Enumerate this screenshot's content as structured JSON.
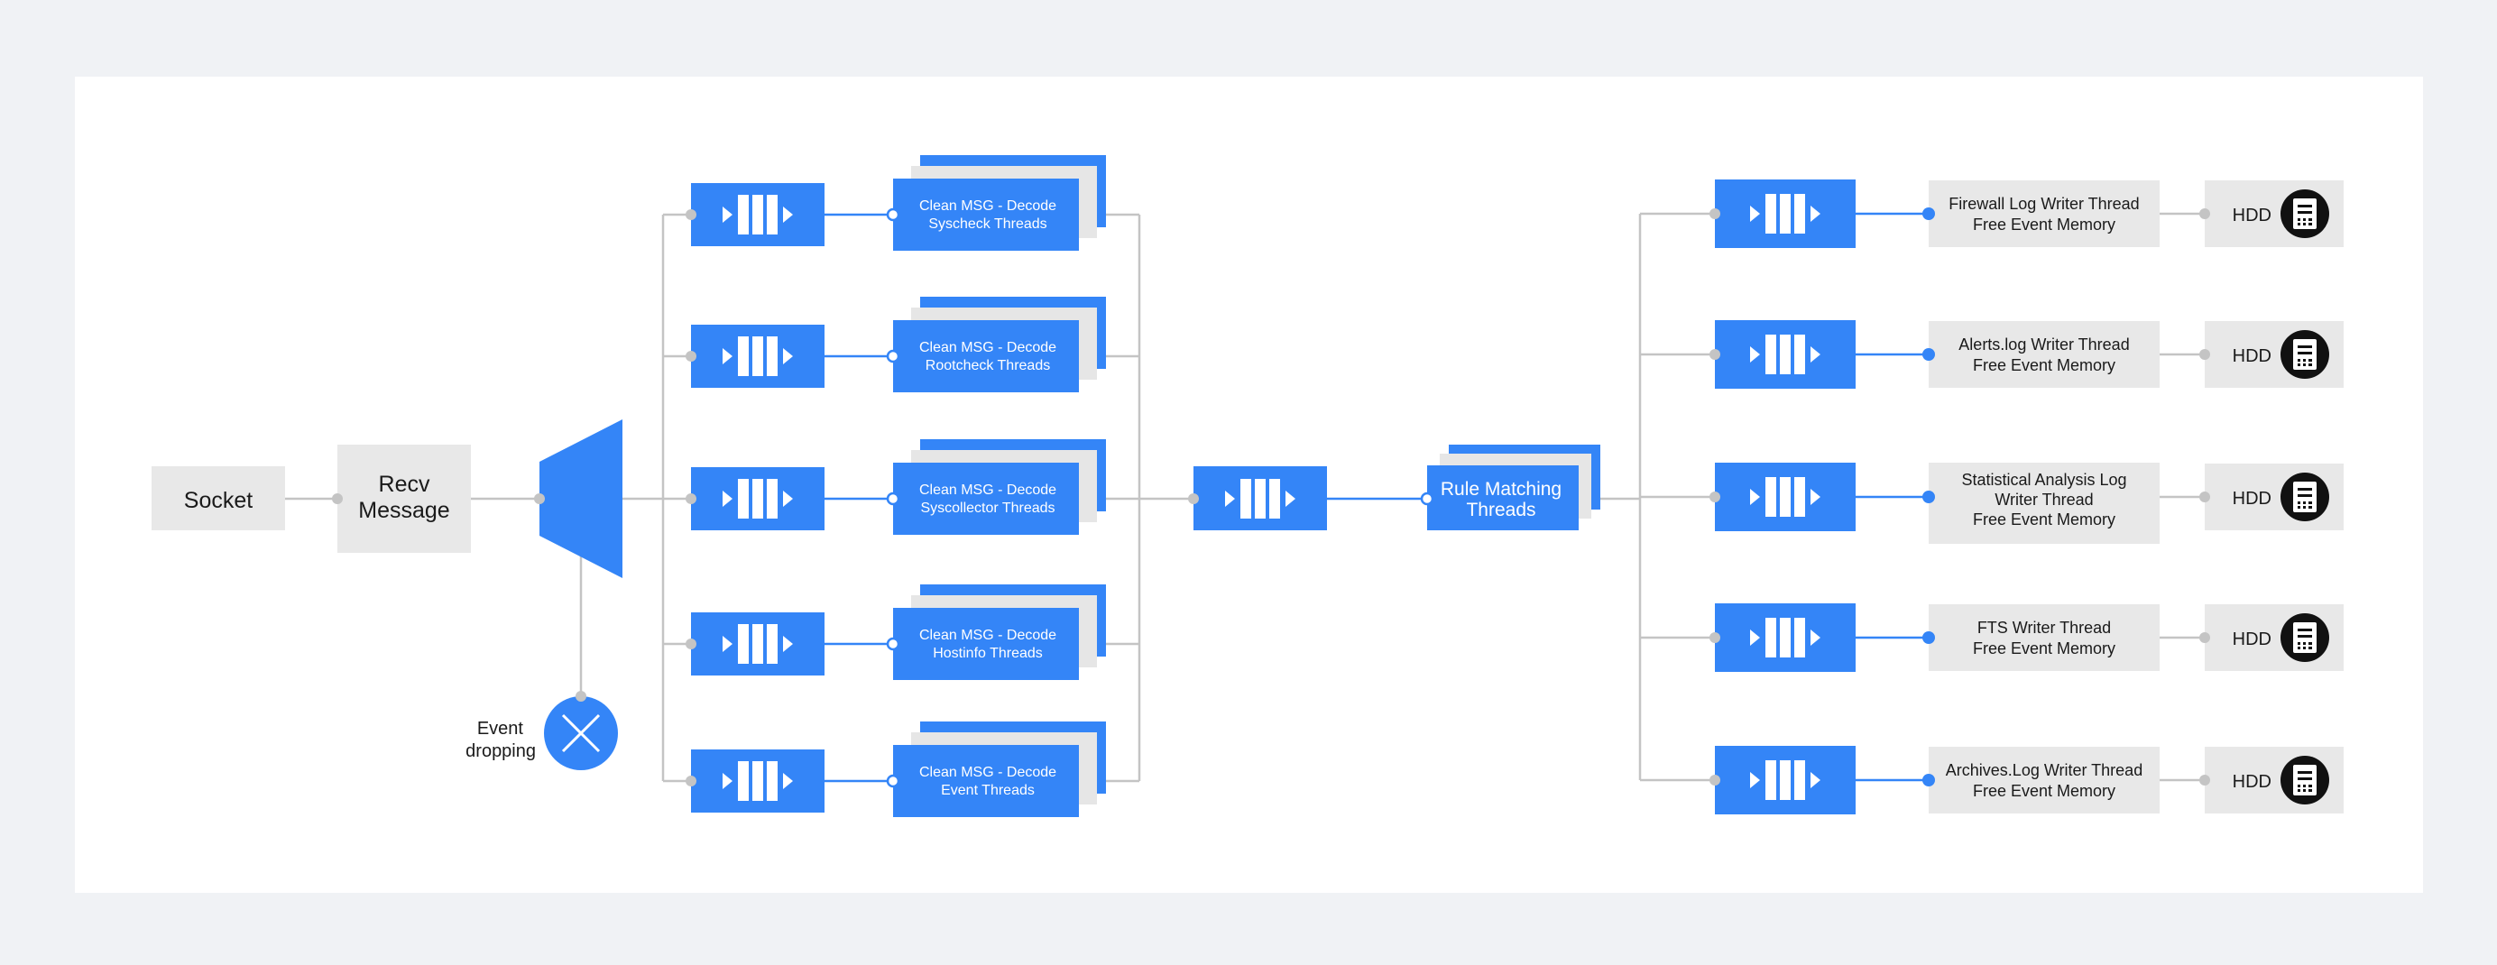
{
  "colors": {
    "background": "#f0f2f5",
    "panel": "#ffffff",
    "blue": "#3485f7",
    "gray_box": "#e8e8e8",
    "connector_gray": "#c4c4c4",
    "connector_blue": "#3485f7"
  },
  "source": {
    "socket_label": "Socket",
    "recv_label_line1": "Recv",
    "recv_label_line2": "Message"
  },
  "dropping": {
    "label_line1": "Event",
    "label_line2": "dropping",
    "icon": "close-icon"
  },
  "decoders": [
    {
      "line1": "Clean MSG - Decode",
      "line2": "Syscheck Threads"
    },
    {
      "line1": "Clean MSG - Decode",
      "line2": "Rootcheck Threads"
    },
    {
      "line1": "Clean MSG - Decode",
      "line2": "Syscollector Threads"
    },
    {
      "line1": "Clean MSG - Decode",
      "line2": "Hostinfo Threads"
    },
    {
      "line1": "Clean MSG - Decode",
      "line2": "Event Threads"
    }
  ],
  "rule_matching": {
    "line1": "Rule Matching",
    "line2": "Threads"
  },
  "writers": [
    {
      "lines": [
        "Firewall Log Writer Thread",
        "Free Event Memory"
      ]
    },
    {
      "lines": [
        "Alerts.log Writer Thread",
        "Free Event Memory"
      ]
    },
    {
      "lines": [
        "Statistical Analysis Log",
        "Writer Thread",
        "Free Event Memory"
      ]
    },
    {
      "lines": [
        "FTS Writer Thread",
        "Free Event Memory"
      ]
    },
    {
      "lines": [
        "Archives.Log Writer Thread",
        "Free Event Memory"
      ]
    }
  ],
  "storage": {
    "label": "HDD",
    "icon": "document-icon"
  },
  "queue_icon": "queue-icon"
}
